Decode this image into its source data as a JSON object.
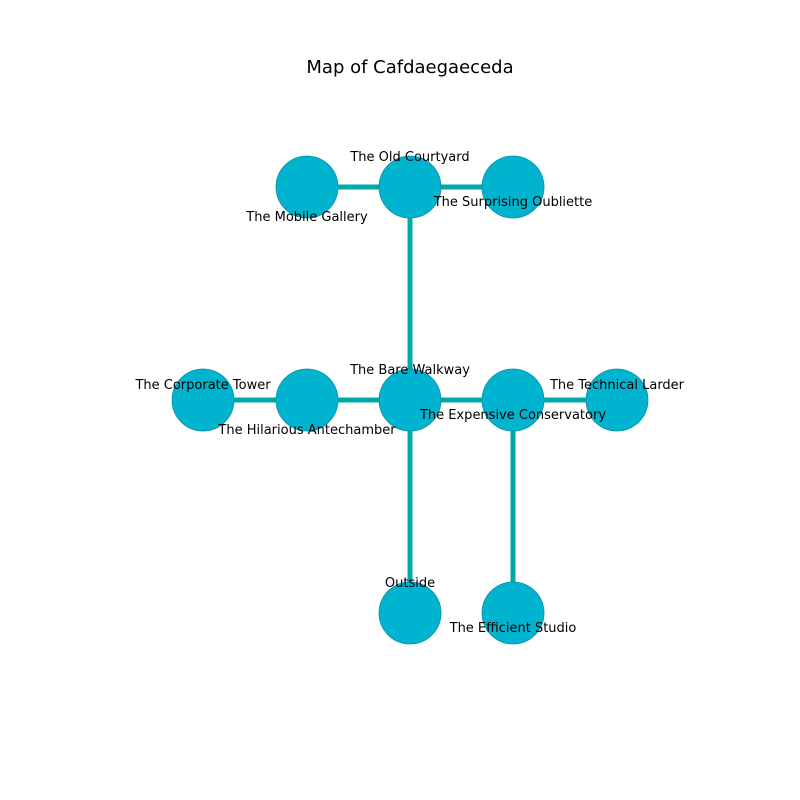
{
  "title": "Map of Cafdaegaeceda",
  "colors": {
    "node_fill": "#00b4cf",
    "node_stroke": "#0a8fa3",
    "edge": "#00a8a8"
  },
  "rooms": [
    {
      "id": "old-courtyard",
      "name": "The Old Courtyard"
    },
    {
      "id": "mobile-gallery",
      "name": "The Mobile Gallery"
    },
    {
      "id": "surprising-oubliette",
      "name": "The Surprising Oubliette"
    },
    {
      "id": "bare-walkway",
      "name": "The Bare Walkway"
    },
    {
      "id": "corporate-tower",
      "name": "The Corporate Tower"
    },
    {
      "id": "hilarious-antechamber",
      "name": "The Hilarious Antechamber"
    },
    {
      "id": "expensive-conservatory",
      "name": "The Expensive Conservatory"
    },
    {
      "id": "technical-larder",
      "name": "The Technical Larder"
    },
    {
      "id": "outside",
      "name": "Outside"
    },
    {
      "id": "efficient-studio",
      "name": "The Efficient Studio"
    }
  ],
  "connections": [
    [
      "mobile-gallery",
      "old-courtyard"
    ],
    [
      "old-courtyard",
      "surprising-oubliette"
    ],
    [
      "old-courtyard",
      "bare-walkway"
    ],
    [
      "corporate-tower",
      "hilarious-antechamber"
    ],
    [
      "hilarious-antechamber",
      "bare-walkway"
    ],
    [
      "bare-walkway",
      "expensive-conservatory"
    ],
    [
      "expensive-conservatory",
      "technical-larder"
    ],
    [
      "bare-walkway",
      "outside"
    ],
    [
      "expensive-conservatory",
      "efficient-studio"
    ]
  ]
}
